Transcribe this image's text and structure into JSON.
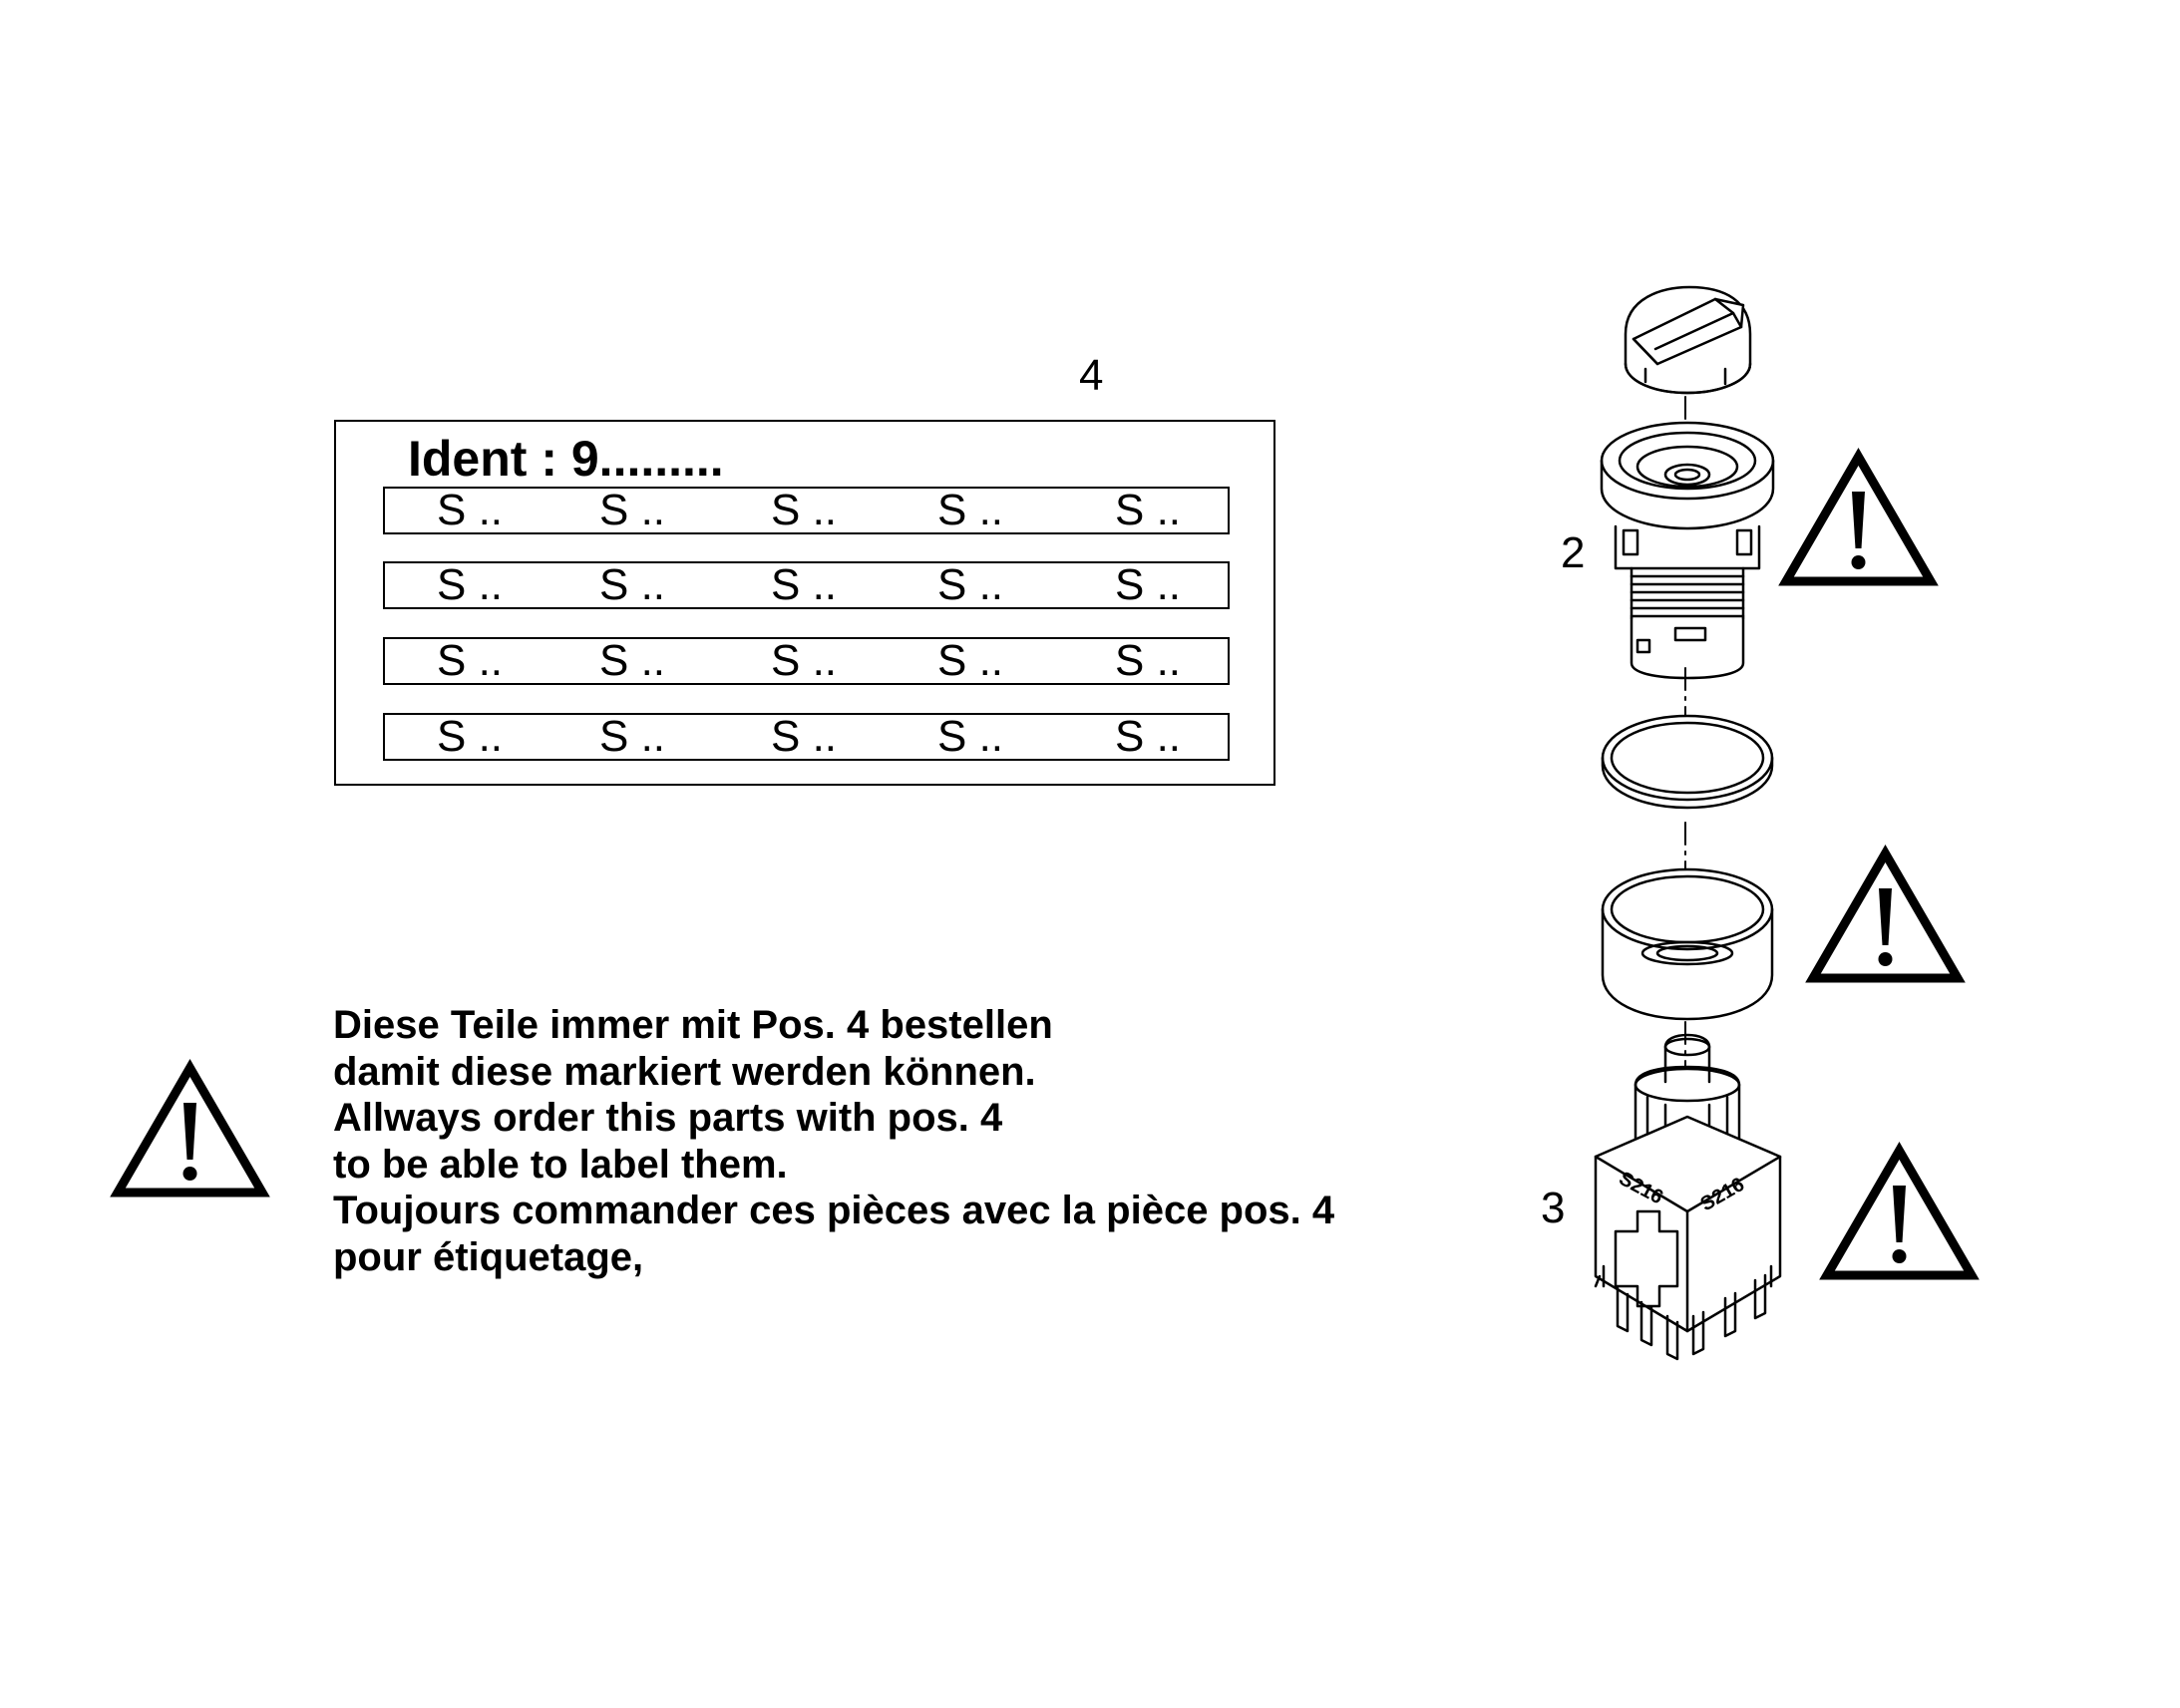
{
  "positions": {
    "label_sheet": "4",
    "bezel": "2",
    "switch_block": "3"
  },
  "label_sheet": {
    "ident": "Ident : 9.........",
    "rows": [
      [
        "S ..",
        "S ..",
        "S ..",
        "S ..",
        "S .."
      ],
      [
        "S ..",
        "S ..",
        "S ..",
        "S ..",
        "S .."
      ],
      [
        "S ..",
        "S ..",
        "S ..",
        "S ..",
        "S .."
      ],
      [
        "S ..",
        "S ..",
        "S ..",
        "S ..",
        "S .."
      ]
    ]
  },
  "notes": [
    "Diese Teile immer mit Pos. 4   bestellen",
    "damit diese markiert werden können.",
    "Allways order this parts with pos. 4",
    "to be able to label them.",
    "Toujours commander ces pièces avec la pièce pos. 4",
    "pour étiquetage,"
  ],
  "switch_markings": [
    "S216",
    "S216"
  ],
  "warning_symbol": "exclamation-triangle-icon"
}
